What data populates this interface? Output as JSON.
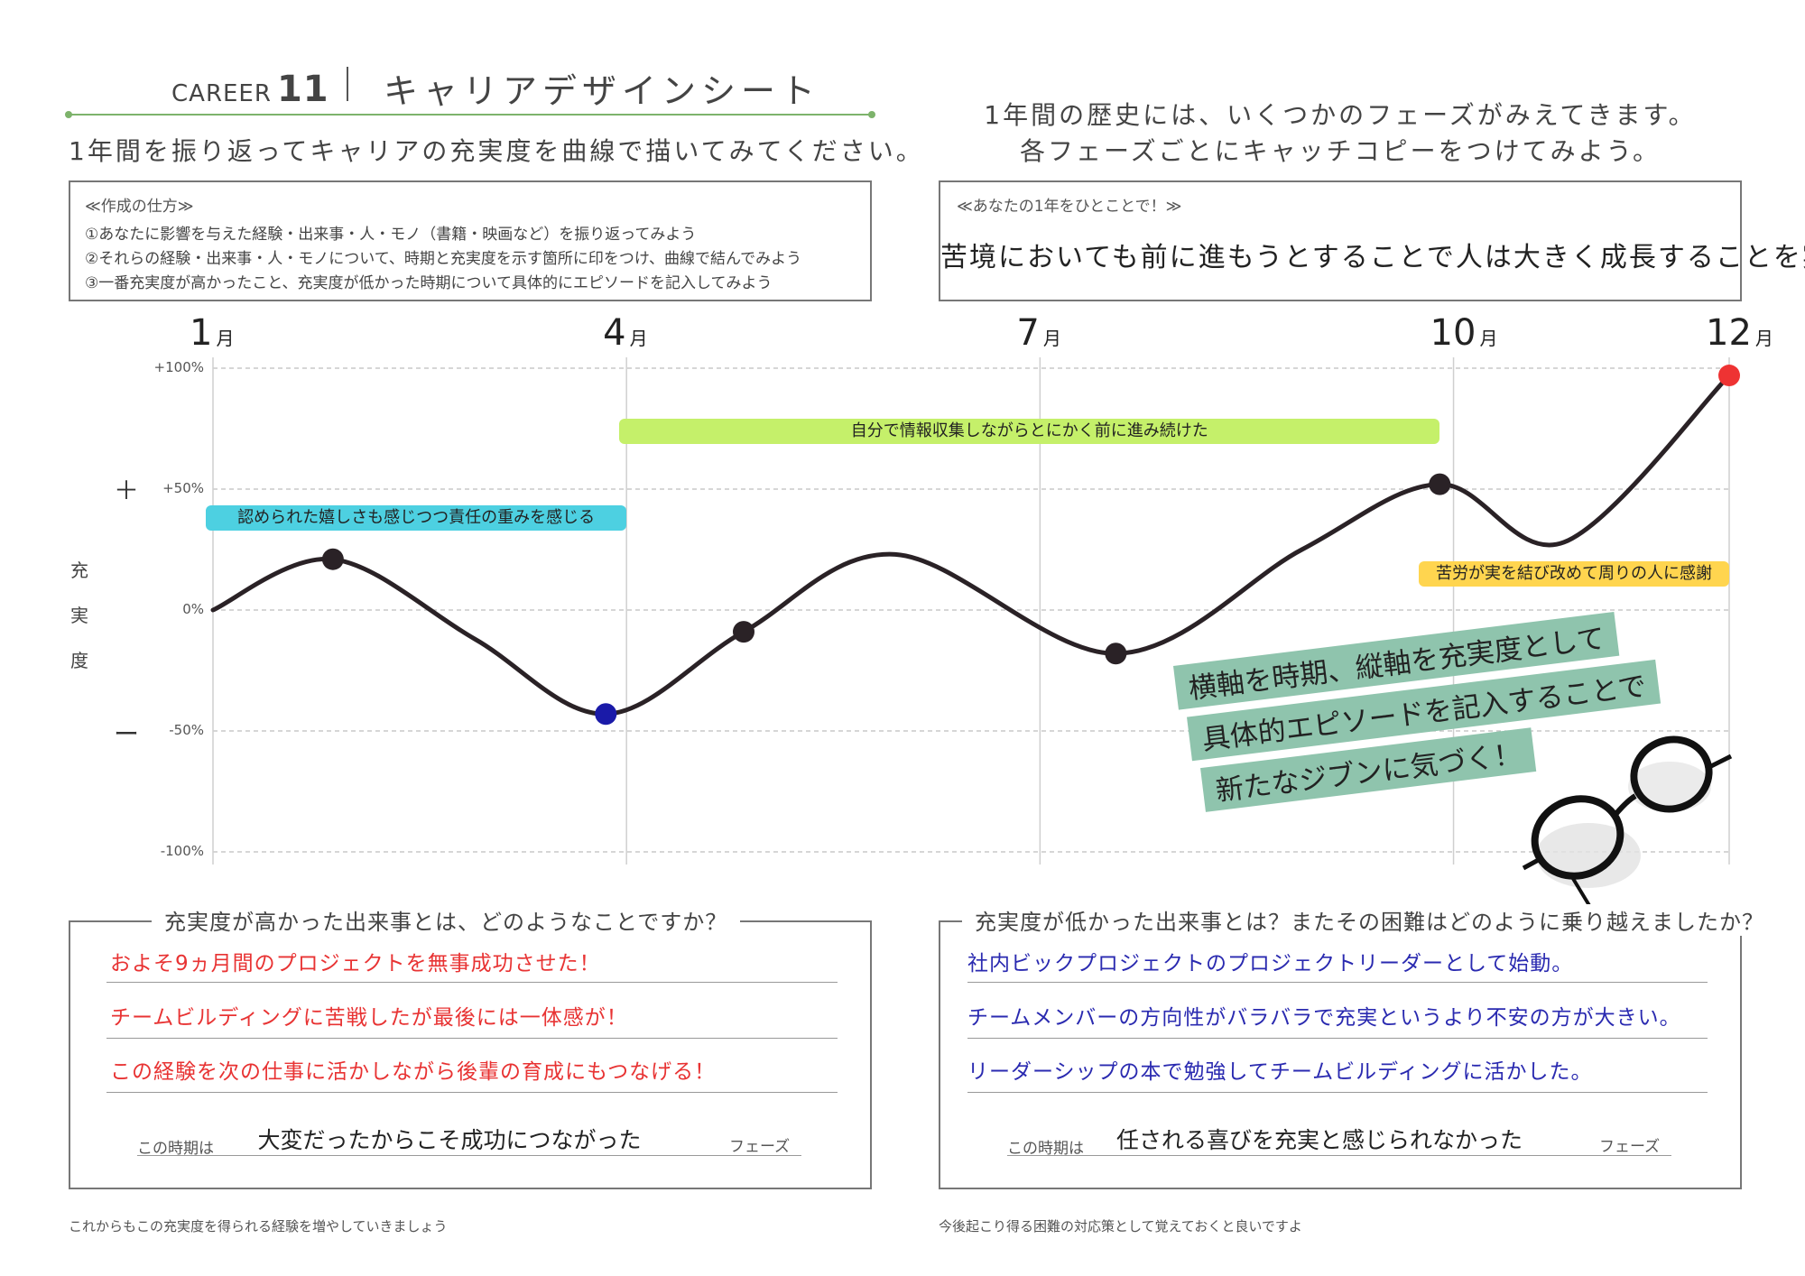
{
  "header": {
    "career_label": "CAREER",
    "career_number": "11",
    "title": "キャリアデザインシート",
    "subtitle": "1年間を振り返ってキャリアの充実度を曲線で描いてみてください。"
  },
  "instructions": {
    "title": "≪作成の仕方≫",
    "steps": [
      "①あなたに影響を与えた経験・出来事・人・モノ（書籍・映画など）を振り返ってみよう",
      "②それらの経験・出来事・人・モノについて、時期と充実度を示す箇所に印をつけ、曲線で結んでみよう",
      "③一番充実度が高かったこと、充実度が低かった時期について具体的にエピソードを記入してみよう"
    ]
  },
  "right_intro": {
    "line1": "1年間の歴史には、いくつかのフェーズがみえてきます。",
    "line2": "各フェーズごとにキャッチコピーをつけてみよう。"
  },
  "summary": {
    "label": "≪あなたの1年をひとことで！≫",
    "text": "苦境においても前に進もうとすることで人は大きく成長することを実感！"
  },
  "chart_data": {
    "type": "line",
    "months": [
      {
        "num": "1",
        "unit": "月",
        "x": 1
      },
      {
        "num": "4",
        "unit": "月",
        "x": 4
      },
      {
        "num": "7",
        "unit": "月",
        "x": 7
      },
      {
        "num": "10",
        "unit": "月",
        "x": 10
      },
      {
        "num": "12",
        "unit": "月",
        "x": 12
      }
    ],
    "y_ticks": [
      "+100%",
      "+50%",
      "0%",
      "-50%",
      "-100%"
    ],
    "ylim": [
      -100,
      100
    ],
    "xlim": [
      1,
      12
    ],
    "plus_symbol": "＋",
    "minus_symbol": "ー",
    "ylabel_chars": [
      "充",
      "実",
      "度"
    ],
    "grid": true,
    "curve_color": "#2a2226",
    "points": [
      {
        "x": 1.0,
        "y": 0,
        "marker": "none"
      },
      {
        "x": 1.87,
        "y": 21,
        "marker": "black"
      },
      {
        "x": 2.9,
        "y": -12,
        "marker": "none"
      },
      {
        "x": 3.85,
        "y": -43,
        "marker": "blue"
      },
      {
        "x": 4.85,
        "y": -9,
        "marker": "black"
      },
      {
        "x": 5.95,
        "y": 23,
        "marker": "none"
      },
      {
        "x": 7.55,
        "y": -18,
        "marker": "black"
      },
      {
        "x": 8.9,
        "y": 25,
        "marker": "none"
      },
      {
        "x": 9.9,
        "y": 52,
        "marker": "black"
      },
      {
        "x": 10.8,
        "y": 28,
        "marker": "none"
      },
      {
        "x": 12.0,
        "y": 97,
        "marker": "red"
      }
    ],
    "marker_colors": {
      "black": "#2a2226",
      "blue": "#1a1aa8",
      "red": "#ee3333"
    },
    "phases": [
      {
        "text": "認められた嬉しさも感じつつ責任の重みを感じる",
        "x0": 1.0,
        "x1": 4.0,
        "y": 38,
        "color": "#4dd0e1"
      },
      {
        "text": "自分で情報収集しながらとにかく前に進み続けた",
        "x0": 4.0,
        "x1": 9.9,
        "y": 74,
        "color": "#c5f06a"
      },
      {
        "text": "苦労が実を結び改めて周りの人に感謝",
        "x0": 9.8,
        "x1": 12.0,
        "y": 15,
        "color": "#ffd54f"
      }
    ]
  },
  "callout": {
    "line1": "横軸を時期、縦軸を充実度として",
    "line2": "具体的エピソードを記入することで",
    "line3": "新たなジブンに気づく！",
    "color": "#8fc4ad"
  },
  "high_events": {
    "heading": "充実度が高かった出来事とは、どのようなことですか？",
    "items": [
      "およそ9ヵ月間のプロジェクトを無事成功させた！",
      "チームビルディングに苦戦したが最後には一体感が！",
      "この経験を次の仕事に活かしながら後輩の育成にもつなげる！"
    ],
    "text_color": "#e83333",
    "phase_prefix": "この時期は",
    "phase_text": "大変だったからこそ成功につながった",
    "phase_suffix": "フェーズ"
  },
  "low_events": {
    "heading": "充実度が低かった出来事とは？またその困難はどのように乗り越えましたか？",
    "items": [
      "社内ビックプロジェクトのプロジェクトリーダーとして始動。",
      "チームメンバーの方向性がバラバラで充実というより不安の方が大きい。",
      "リーダーシップの本で勉強してチームビルディングに活かした。"
    ],
    "text_color": "#2a2ab0",
    "phase_prefix": "この時期は",
    "phase_text": "任される喜びを充実と感じられなかった",
    "phase_suffix": "フェーズ"
  },
  "footnotes": {
    "left": "これからもこの充実度を得られる経験を増やしていきましょう",
    "right": "今後起こり得る困難の対応策として覚えておくと良いですよ"
  },
  "icons": {
    "glasses": "glasses-icon"
  }
}
